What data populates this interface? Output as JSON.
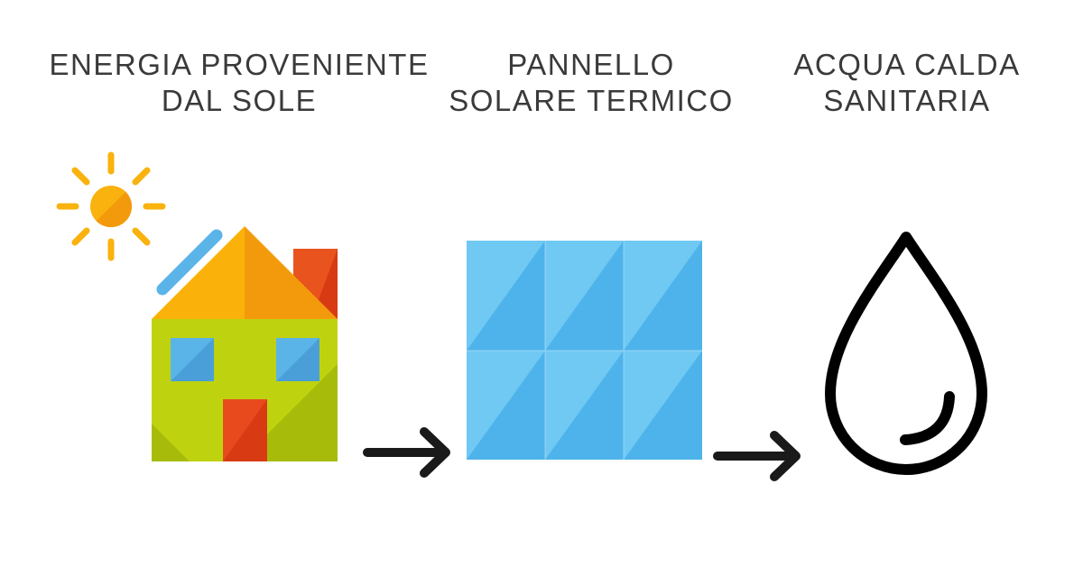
{
  "steps": [
    {
      "label_line1": "ENERGIA PROVENIENTE",
      "label_line2": "DAL SOLE",
      "icon": "house-with-sun-icon"
    },
    {
      "label_line1": "PANNELLO",
      "label_line2": "SOLARE TERMICO",
      "icon": "solar-panel-icon"
    },
    {
      "label_line1": "ACQUA CALDA",
      "label_line2": "SANITARIA",
      "icon": "water-drop-icon"
    }
  ],
  "connectors": [
    "right-arrow-icon",
    "right-arrow-icon"
  ],
  "colors": {
    "text": "#3a3a3a",
    "sun": "#F9B20E",
    "sun_shade": "#F39A0C",
    "roof_left": "#FAB20A",
    "roof_right": "#F39A0C",
    "wall": "#BFD20F",
    "wall_shade": "#A7BC0A",
    "chimney": "#E8531E",
    "door": "#E84A1E",
    "window": "#5BB4E8",
    "panel_light": "#6FC9F3",
    "panel_dark": "#4FB3EB",
    "arrow": "#1a1a1a",
    "drop_outline": "#000000"
  }
}
